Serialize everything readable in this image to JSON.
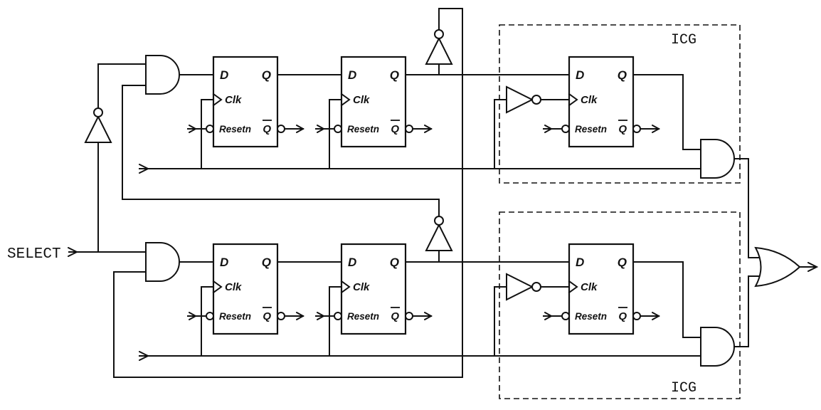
{
  "colors": {
    "ink": "#111111",
    "background": "#ffffff"
  },
  "labels": {
    "select": "SELECT",
    "icg": "ICG"
  },
  "flipflop": {
    "d": "D",
    "q": "Q",
    "clk": "Clk",
    "resetn": "Resetn",
    "qbar": "Q"
  }
}
